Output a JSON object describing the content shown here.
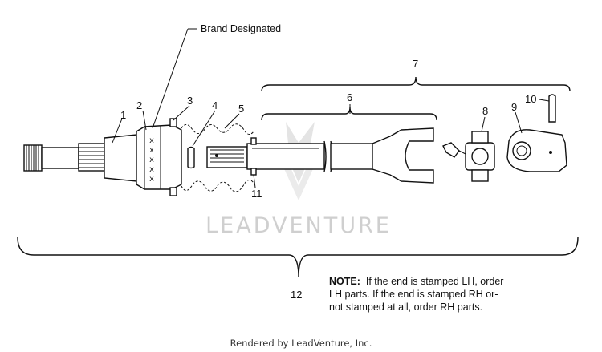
{
  "callouts": {
    "c1": "1",
    "c2": "2",
    "c3": "3",
    "c4": "4",
    "c5": "5",
    "c6": "6",
    "c7": "7",
    "c8": "8",
    "c9": "9",
    "c10": "10",
    "c11": "11",
    "c12": "12"
  },
  "brand_label": "Brand Designated",
  "note": {
    "label": "NOTE:",
    "line1": "If the end is stamped LH, order",
    "line2": "LH parts.  If the end is stamped RH or-",
    "line3": "not stamped at all, order RH parts."
  },
  "watermark": "LEADVENTURE",
  "footer": "Rendered by LeadVenture, Inc.",
  "boot_marks": "xxxxx"
}
